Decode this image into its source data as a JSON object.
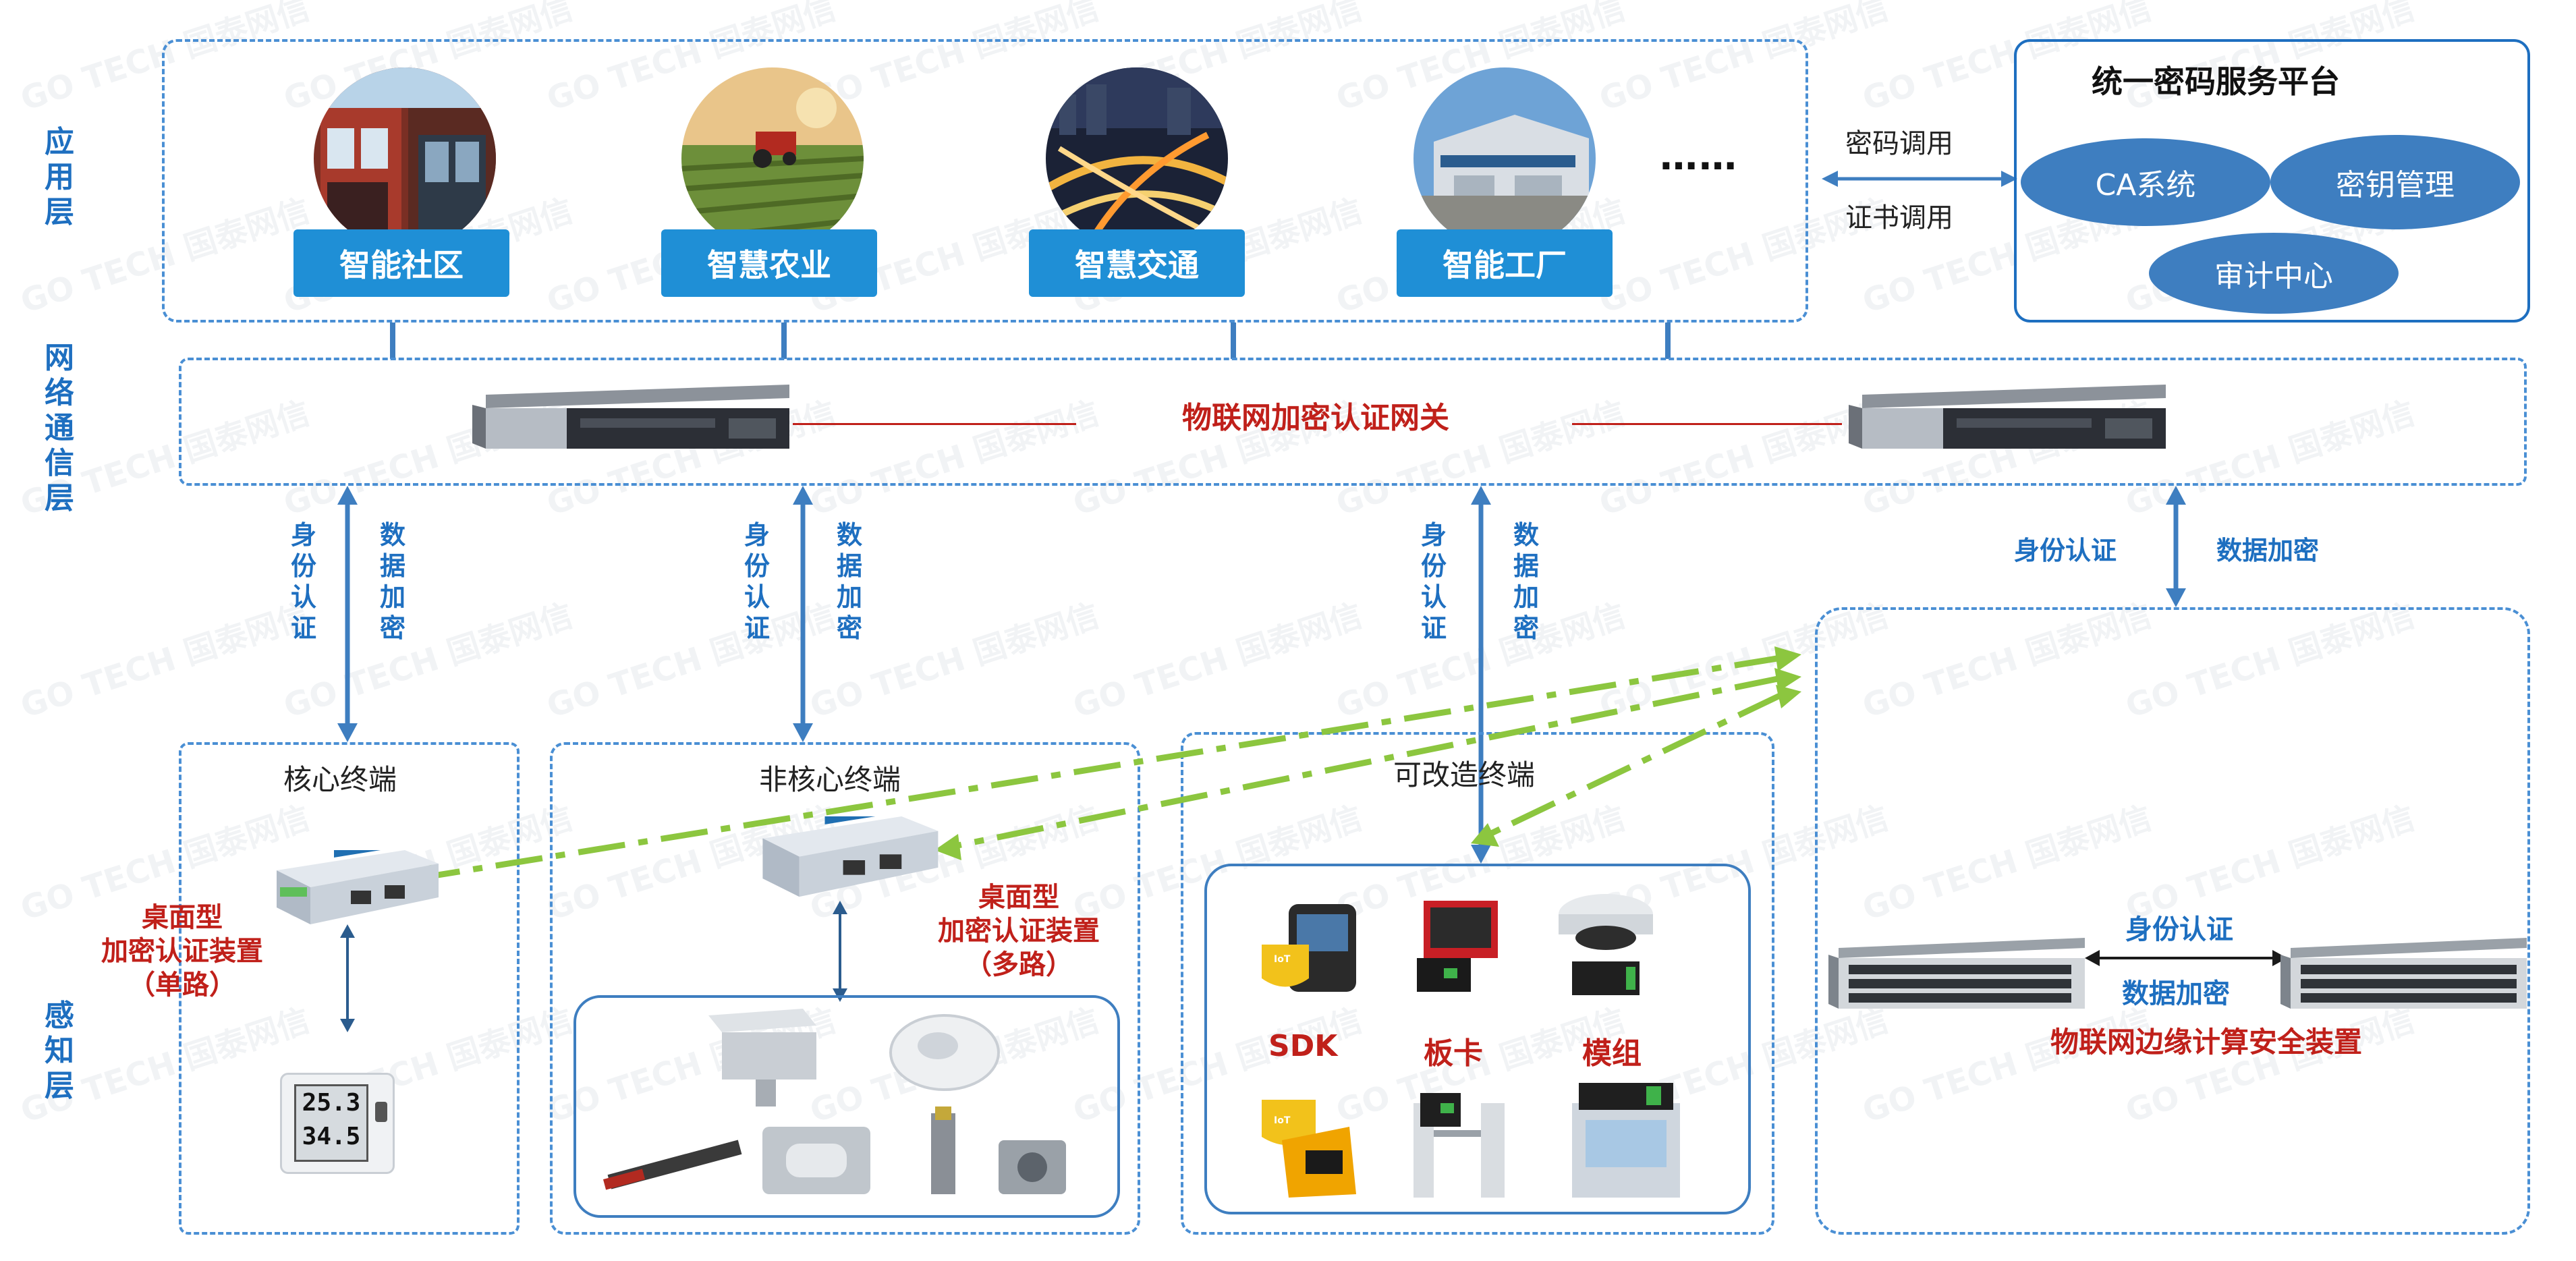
{
  "layers": {
    "application": "应用层",
    "network": "网络通信层",
    "perception": "感知层"
  },
  "applications": [
    {
      "label": "智能社区"
    },
    {
      "label": "智慧农业"
    },
    {
      "label": "智慧交通"
    },
    {
      "label": "智能工厂"
    }
  ],
  "ellipsis": "……",
  "crypto_calls": {
    "password_call": "密码调用",
    "cert_call": "证书调用"
  },
  "platform": {
    "title": "统一密码服务平台",
    "ca": "CA系统",
    "key_mgmt": "密钥管理",
    "audit": "审计中心"
  },
  "gateway": {
    "label": "物联网加密认证网关"
  },
  "links": {
    "identity_auth": "身份认证",
    "data_encryption": "数据加密"
  },
  "terminals": {
    "core": "核心终端",
    "noncore": "非核心终端",
    "modifiable": "可改造终端"
  },
  "devices": {
    "desktop_single": {
      "line1": "桌面型",
      "line2": "加密认证装置",
      "line3": "（单路）"
    },
    "desktop_multi": {
      "line1": "桌面型",
      "line2": "加密认证装置",
      "line3": "（多路）"
    },
    "sdk": "SDK",
    "board": "板卡",
    "module": "模组",
    "edge": "物联网边缘计算安全装置"
  },
  "sensor_display": {
    "line1": "25.3",
    "line2": "34.5"
  },
  "watermark": {
    "en": "GO TECH",
    "cn": "国泰网信"
  },
  "colors": {
    "accent_blue": "#1e6fc0",
    "button_blue": "#1f8fd6",
    "ellipse_blue": "#3e7ec0",
    "red": "#c0201a",
    "green_dash": "#8cc63f"
  }
}
